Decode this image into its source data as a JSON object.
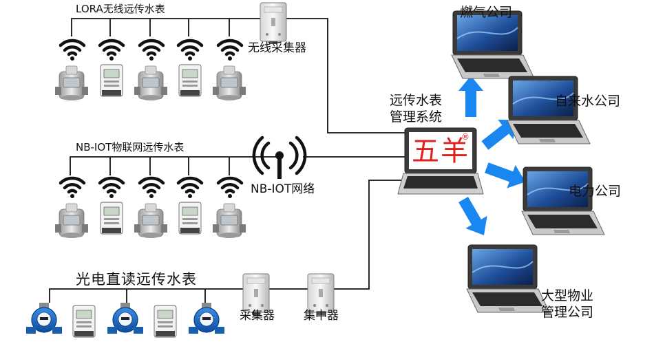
{
  "lora": {
    "title": "LORA无线远传水表",
    "collector": "无线采集器"
  },
  "nbiot": {
    "title": "NB-IOT物联网远传水表",
    "network": "NB-IOT网络"
  },
  "photo": {
    "title": "光电直读远传水表",
    "collector": "采集器",
    "concentrator": "集中器"
  },
  "center": {
    "line1": "远传水表",
    "line2": "管理系统",
    "logo": "五羊",
    "logo_mark": "®"
  },
  "clients": {
    "gas": "燃气公司",
    "water": "自来水公司",
    "power": "电力公司",
    "property_line1": "大型物业",
    "property_line2": "管理公司"
  },
  "colors": {
    "arrow": "#1a86f0",
    "line": "#111111",
    "logo_red": "#e02020"
  }
}
